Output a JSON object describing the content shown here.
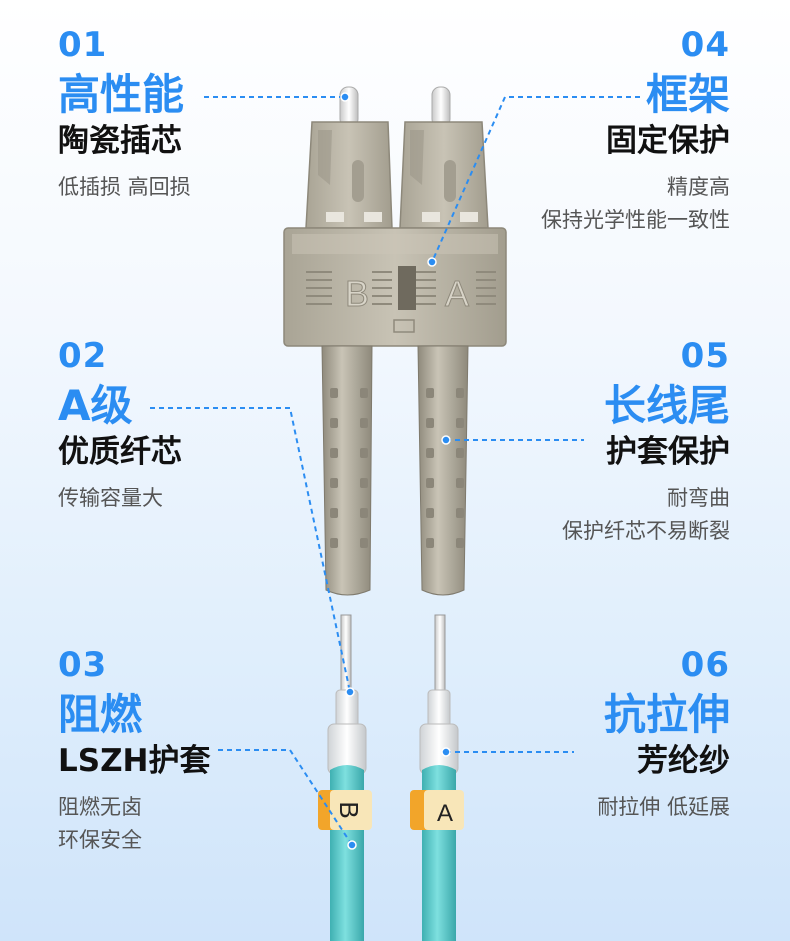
{
  "features": [
    {
      "num": "01",
      "title": "高性能",
      "subtitle": "陶瓷插芯",
      "desc": [
        "低插损 高回损"
      ]
    },
    {
      "num": "02",
      "title": "A级",
      "subtitle": "优质纤芯",
      "desc": [
        "传输容量大"
      ]
    },
    {
      "num": "03",
      "title": "阻燃",
      "subtitle": "LSZH护套",
      "desc": [
        "阻燃无卤",
        "环保安全"
      ]
    },
    {
      "num": "04",
      "title": "框架",
      "subtitle": "固定保护",
      "desc": [
        "精度高",
        "保持光学性能一致性"
      ]
    },
    {
      "num": "05",
      "title": "长线尾",
      "subtitle": "护套保护",
      "desc": [
        "耐弯曲",
        "保护纤芯不易断裂"
      ]
    },
    {
      "num": "06",
      "title": "抗拉伸",
      "subtitle": "芳纶纱",
      "desc": [
        "耐拉伸 低延展"
      ]
    }
  ],
  "connector": {
    "label_b": "B",
    "label_a": "A"
  },
  "cable_tags": {
    "left": "B",
    "right": "A"
  },
  "colors": {
    "accent": "#2b8df2",
    "connector_body": "#b9b4a6",
    "cable": "#5ecfd0",
    "tag": "#f3a321"
  }
}
